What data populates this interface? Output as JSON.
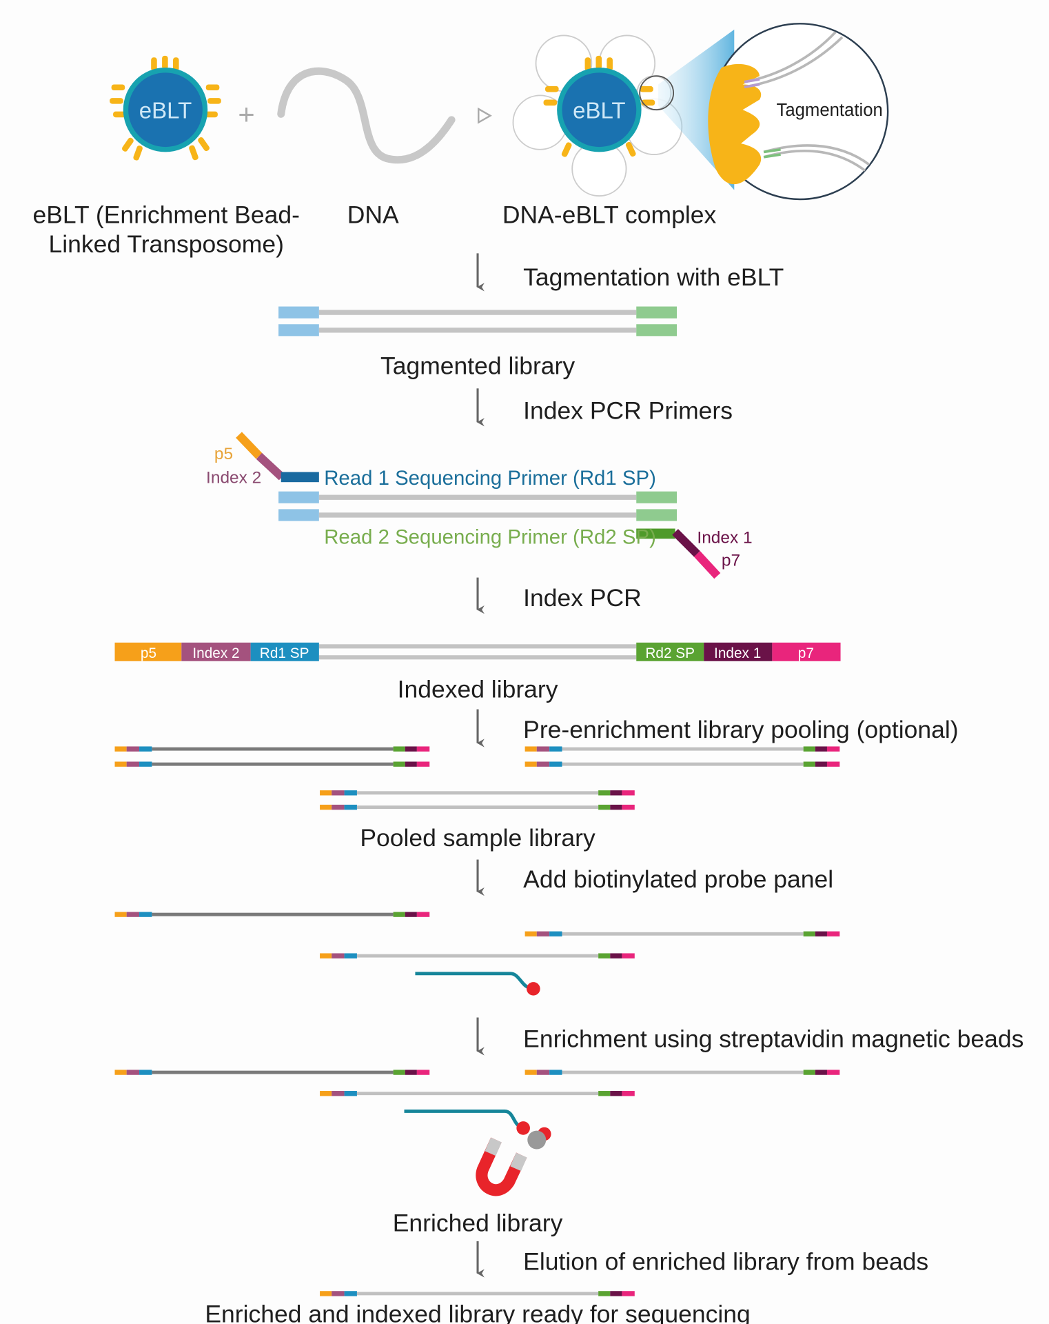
{
  "components": {
    "bead_label": "eBLT",
    "zoom_label": "Tagmentation",
    "ebl_label_line1": "eBLT (Enrichment Bead-",
    "ebl_label_line2": "Linked Transposome)",
    "dna_label": "DNA",
    "complex_label": "DNA-eBLT complex"
  },
  "steps": {
    "tagmentation": "Tagmentation with eBLT",
    "tagmented_library": "Tagmented library",
    "index_pcr_primers": "Index PCR Primers",
    "index_pcr": "Index PCR",
    "indexed_library": "Indexed library",
    "pooling": "Pre-enrichment library pooling (optional)",
    "pooled_library": "Pooled sample library",
    "probe_panel": "Add biotinylated probe panel",
    "enrichment": "Enrichment using streptavidin magnetic beads",
    "enriched_library": "Enriched library",
    "elution": "Elution of enriched library from beads",
    "final": "Enriched and indexed library ready for sequencing"
  },
  "primers": {
    "p5": "p5",
    "index2": "Index 2",
    "read1": "Read 1 Sequencing Primer (Rd1 SP)",
    "read2": "Read 2 Sequencing Primer (Rd2 SP)",
    "index1": "Index 1",
    "p7": "p7"
  },
  "indexed_segments": [
    "p5",
    "Index 2",
    "Rd1 SP",
    "Rd2 SP",
    "Index 1",
    "p7"
  ],
  "colors": {
    "p5": "#f6a01a",
    "index2": "#a4527e",
    "rd1": "#1d8fc0",
    "rd2": "#5aa332",
    "index1": "#6a1248",
    "p7": "#e9257c",
    "bead": "#1a72b0",
    "bead_ring": "#17a2b0",
    "transposome": "#f7b418",
    "probe": "#16869a",
    "biotin": "#e8242a"
  }
}
